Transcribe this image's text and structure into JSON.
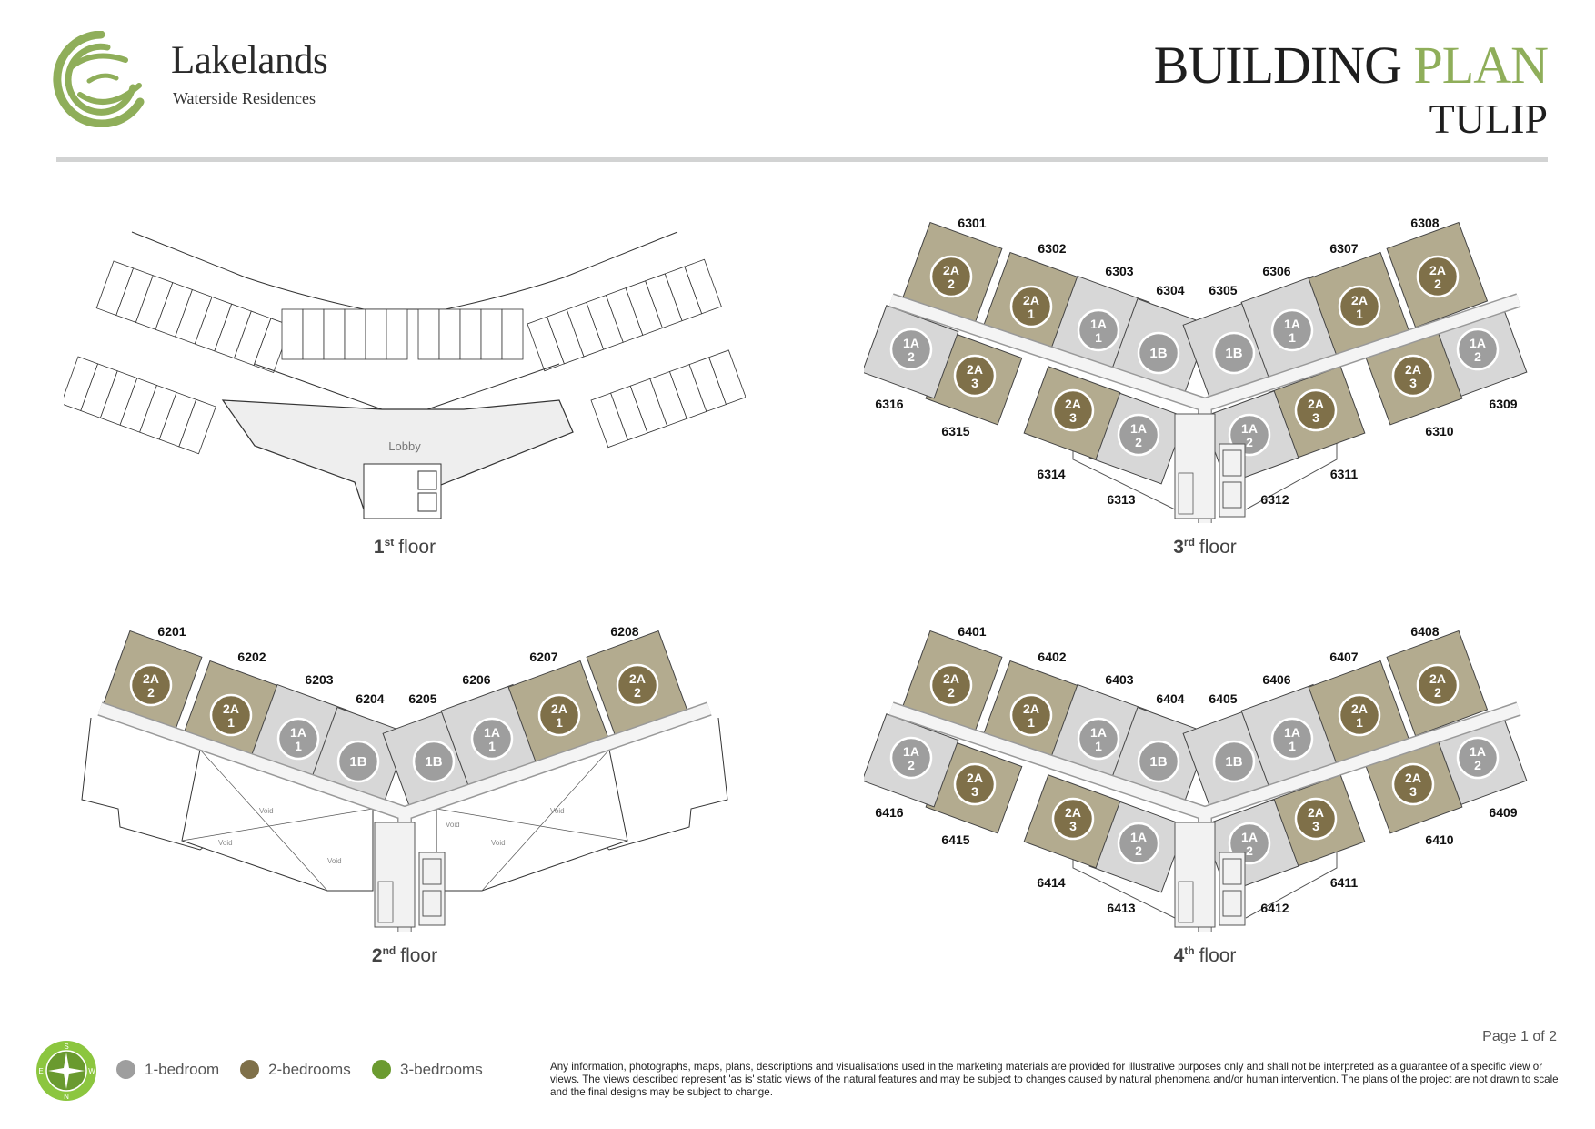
{
  "header": {
    "brand_name": "Lakelands",
    "brand_subtitle": "Waterside Residences",
    "title_main": "BUILDING",
    "title_accent": "PLAN",
    "subtitle": "TULIP"
  },
  "colors": {
    "brand_green": "#8fae5a",
    "one_bedroom": "#9e9e9e",
    "two_bedrooms": "#7f7049",
    "three_bedrooms": "#6b9b30",
    "one_bedroom_fill": "#d7d7d7",
    "two_bedrooms_fill": "#b3ab8f"
  },
  "floors": [
    {
      "id": "1",
      "caption_num": "1",
      "caption_sup": "st",
      "caption_word": "floor",
      "lobby_label": "Lobby",
      "units": []
    },
    {
      "id": "3",
      "caption_num": "3",
      "caption_sup": "rd",
      "caption_word": "floor",
      "units": [
        {
          "number": "6301",
          "type": "2A",
          "variant": "2"
        },
        {
          "number": "6302",
          "type": "2A",
          "variant": "1"
        },
        {
          "number": "6303",
          "type": "1A",
          "variant": "1"
        },
        {
          "number": "6304",
          "type": "1B",
          "variant": ""
        },
        {
          "number": "6305",
          "type": "1B",
          "variant": ""
        },
        {
          "number": "6306",
          "type": "1A",
          "variant": "1"
        },
        {
          "number": "6307",
          "type": "2A",
          "variant": "1"
        },
        {
          "number": "6308",
          "type": "2A",
          "variant": "2"
        },
        {
          "number": "6309",
          "type": "1A",
          "variant": "2"
        },
        {
          "number": "6310",
          "type": "2A",
          "variant": "3"
        },
        {
          "number": "6311",
          "type": "2A",
          "variant": "3"
        },
        {
          "number": "6312",
          "type": "1A",
          "variant": "2"
        },
        {
          "number": "6313",
          "type": "1A",
          "variant": "2"
        },
        {
          "number": "6314",
          "type": "2A",
          "variant": "3"
        },
        {
          "number": "6315",
          "type": "2A",
          "variant": "3"
        },
        {
          "number": "6316",
          "type": "1A",
          "variant": "2"
        }
      ]
    },
    {
      "id": "2",
      "caption_num": "2",
      "caption_sup": "nd",
      "caption_word": "floor",
      "void_label": "Void",
      "units": [
        {
          "number": "6201",
          "type": "2A",
          "variant": "2"
        },
        {
          "number": "6202",
          "type": "2A",
          "variant": "1"
        },
        {
          "number": "6203",
          "type": "1A",
          "variant": "1"
        },
        {
          "number": "6204",
          "type": "1B",
          "variant": ""
        },
        {
          "number": "6205",
          "type": "1B",
          "variant": ""
        },
        {
          "number": "6206",
          "type": "1A",
          "variant": "1"
        },
        {
          "number": "6207",
          "type": "2A",
          "variant": "1"
        },
        {
          "number": "6208",
          "type": "2A",
          "variant": "2"
        }
      ]
    },
    {
      "id": "4",
      "caption_num": "4",
      "caption_sup": "th",
      "caption_word": "floor",
      "units": [
        {
          "number": "6401",
          "type": "2A",
          "variant": "2"
        },
        {
          "number": "6402",
          "type": "2A",
          "variant": "1"
        },
        {
          "number": "6403",
          "type": "1A",
          "variant": "1"
        },
        {
          "number": "6404",
          "type": "1B",
          "variant": ""
        },
        {
          "number": "6405",
          "type": "1B",
          "variant": ""
        },
        {
          "number": "6406",
          "type": "1A",
          "variant": "1"
        },
        {
          "number": "6407",
          "type": "2A",
          "variant": "1"
        },
        {
          "number": "6408",
          "type": "2A",
          "variant": "2"
        },
        {
          "number": "6409",
          "type": "1A",
          "variant": "2"
        },
        {
          "number": "6410",
          "type": "2A",
          "variant": "3"
        },
        {
          "number": "6411",
          "type": "2A",
          "variant": "3"
        },
        {
          "number": "6412",
          "type": "1A",
          "variant": "2"
        },
        {
          "number": "6413",
          "type": "1A",
          "variant": "2"
        },
        {
          "number": "6414",
          "type": "2A",
          "variant": "3"
        },
        {
          "number": "6415",
          "type": "2A",
          "variant": "3"
        },
        {
          "number": "6416",
          "type": "1A",
          "variant": "2"
        }
      ]
    }
  ],
  "compass": {
    "n": "N",
    "s": "S",
    "e": "E",
    "w": "W"
  },
  "legend": [
    {
      "label": "1-bedroom",
      "color": "#9e9e9e"
    },
    {
      "label": "2-bedrooms",
      "color": "#7f7049"
    },
    {
      "label": "3-bedrooms",
      "color": "#6b9b30"
    }
  ],
  "footer": {
    "page": "Page 1 of 2",
    "disclaimer": "Any information, photographs, maps, plans, descriptions and visualisations used in the marketing materials are provided for illustrative purposes only and shall not be interpreted as a guarantee of a specific view or views. The views described represent 'as is' static views of the natural features and may be subject to changes caused by natural phenomena and/or human intervention. The plans of the project are not drawn to scale and the final designs may be subject to change."
  }
}
